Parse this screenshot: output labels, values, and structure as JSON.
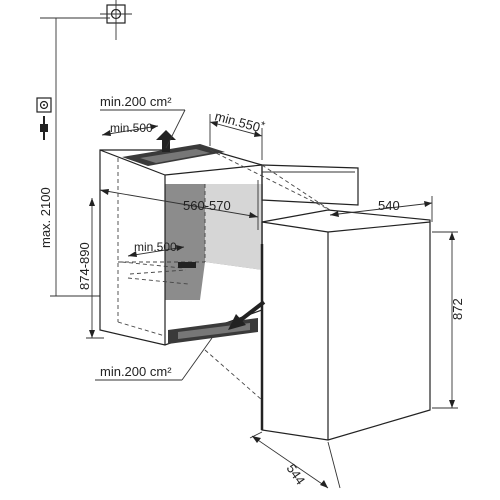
{
  "colors": {
    "line": "#222222",
    "niche_shadow": "#8c8c8c",
    "niche_light": "#d6d6d6",
    "appliance_fill": "#ffffff",
    "vent": "#3a3a3a"
  },
  "icons": {
    "socket": "power-socket-icon",
    "plug": "power-plug-icon",
    "water": "water-connection-icon"
  },
  "labels": {
    "max_height": "max. 2100",
    "vent_top_area": "min.200 cm²",
    "vent_top_depth": "min.500",
    "niche_depth": "min.550",
    "niche_depth_note": "*",
    "niche_width": "560-570",
    "appliance_width": "540",
    "niche_height": "874-890",
    "vent_bottom_depth": "min.500",
    "appliance_height": "872",
    "vent_bottom_area": "min.200 cm²",
    "appliance_depth": "544"
  }
}
